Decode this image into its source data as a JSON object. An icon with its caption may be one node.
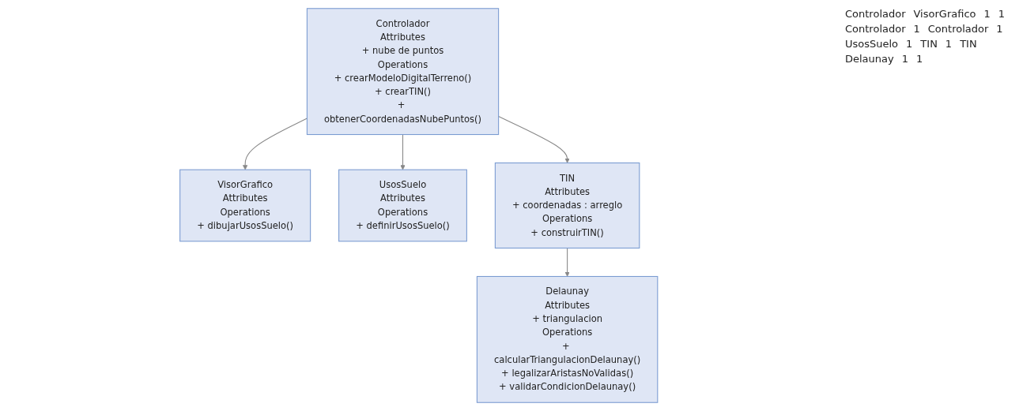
{
  "diagram": {
    "nodes": [
      {
        "text": [
          "Controlador",
          "Attributes",
          "+ nube de puntos",
          "Operations",
          "+ crearModeloDigitalTerreno()",
          "+ crearTIN()",
          "+ obtenerCoordenadasNubePuntos()"
        ]
      },
      {
        "text": [
          "VisorGrafico",
          "Attributes",
          "Operations",
          "+ dibujarUsosSuelo()"
        ]
      },
      {
        "text": [
          "UsosSuelo",
          "Attributes",
          "Operations",
          "+ definirUsosSuelo()"
        ]
      },
      {
        "text": [
          "TIN",
          "Attributes",
          "+ coordenadas : arreglo",
          "Operations",
          "+ construirTIN()"
        ]
      },
      {
        "text": [
          "Delaunay",
          "Attributes",
          "+ triangulacion",
          "Operations",
          "+ calcularTriangulacionDelaunay()",
          "+ legalizarAristasNoValidas()",
          "+ validarCondicionDelaunay()"
        ]
      }
    ],
    "edges": [
      {
        "from": 0,
        "to": 1,
        "arrow": "to"
      },
      {
        "from": 0,
        "to": 2,
        "arrow": "to"
      },
      {
        "from": 0,
        "to": 3,
        "arrow": "to"
      },
      {
        "from": 3,
        "to": 4,
        "arrow": "to"
      }
    ],
    "labels": [
      "Controlador",
      "VisorGrafico",
      "1",
      "1",
      "Controlador",
      "1",
      "Controlador",
      "1",
      "UsosSuelo",
      "1",
      "TIN",
      "1",
      "TIN",
      "Delaunay",
      "1",
      "1"
    ]
  }
}
